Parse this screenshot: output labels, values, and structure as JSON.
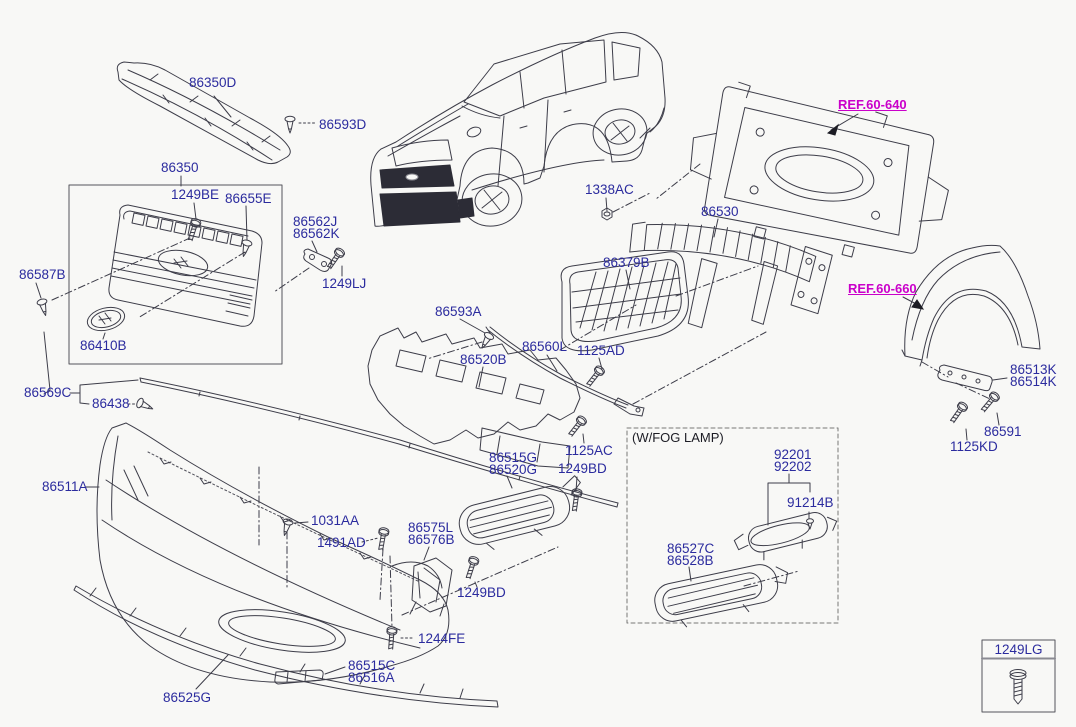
{
  "colors": {
    "background": "#f8f8f6",
    "part_label": "#2b2b9e",
    "ref_link": "#ca00ca",
    "line_art": "#3d3d49"
  },
  "labels": {
    "86350D": "86350D",
    "86593D": "86593D",
    "86350": "86350",
    "1249BE": "1249BE",
    "86655E": "86655E",
    "86562J": "86562J",
    "86562K": "86562K",
    "1249LJ": "1249LJ",
    "86587B": "86587B",
    "86410B": "86410B",
    "86569C": "86569C",
    "86438": "86438",
    "86511A": "86511A",
    "1031AA": "1031AA",
    "1491AD": "1491AD",
    "86575L": "86575L",
    "86576B": "86576B",
    "1249BD": "1249BD",
    "1244FE": "1244FE",
    "86515C": "86515C",
    "86516A": "86516A",
    "86525G": "86525G",
    "86593A": "86593A",
    "86520B": "86520B",
    "86560L": "86560L",
    "1125AD": "1125AD",
    "1125AC": "1125AC",
    "86515G": "86515G",
    "86520G": "86520G",
    "86379B": "86379B",
    "1338AC": "1338AC",
    "86530": "86530",
    "86513K": "86513K",
    "86514K": "86514K",
    "86591": "86591",
    "1125KD": "1125KD",
    "92201": "92201",
    "92202": "92202",
    "91214B": "91214B",
    "86527C": "86527C",
    "86528B": "86528B",
    "1249LG": "1249LG"
  },
  "refs": {
    "ref_60_640": "REF.60-640",
    "ref_60_660": "REF.60-660"
  },
  "fog_lamp_box": {
    "title": "(W/FOG LAMP)"
  },
  "legend_box": {
    "part": "1249LG"
  }
}
